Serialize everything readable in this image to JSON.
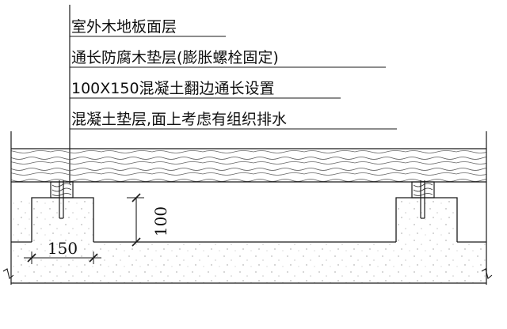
{
  "callouts": [
    {
      "text": "室外木地板面层"
    },
    {
      "text": "通长防腐木垫层(膨胀螺栓固定)"
    },
    {
      "text": "100X150混凝土翻边通长设置"
    },
    {
      "text": "混凝土垫层,面上考虑有组织排水"
    }
  ],
  "dimensions": {
    "height": "100",
    "width": "150"
  }
}
